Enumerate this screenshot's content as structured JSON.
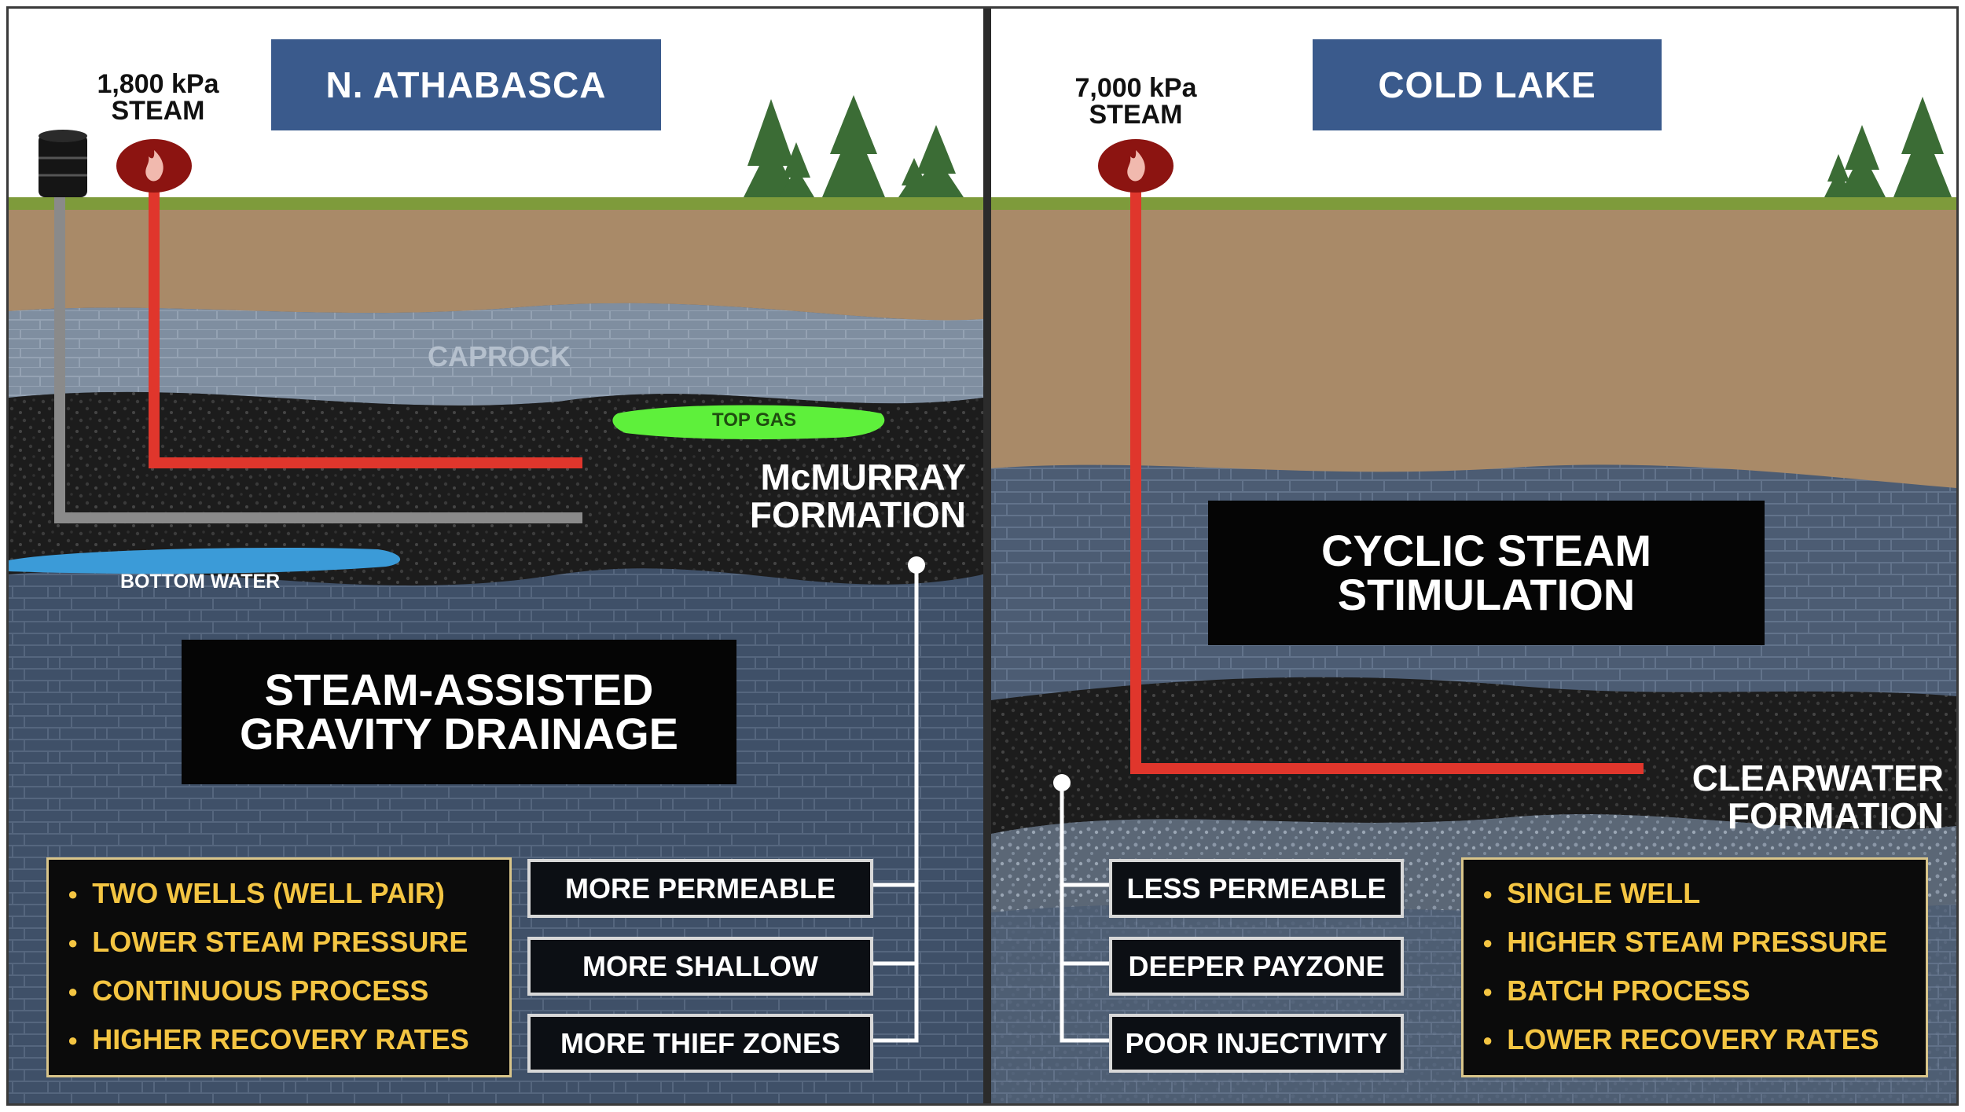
{
  "colors": {
    "title_blue": "#3a5a8c",
    "grass": "#7e9b3b",
    "soil": "#a98a68",
    "caprock": "#7f8ea0",
    "bitumen_sand": "#1c1c1c",
    "deep_rock": "#3f5068",
    "steam_pipe": "#e0362c",
    "producer_pipe": "#8a8a8a",
    "gas": "#5ef03b",
    "water": "#3b9bd8",
    "feature_text": "#f4c542"
  },
  "left": {
    "region": "N. ATHABASCA",
    "pressure_value": "1,800 kPa",
    "pressure_label": "STEAM",
    "caprock_label": "CAPROCK",
    "gas_label": "TOP GAS",
    "formation_line1": "McMURRAY",
    "formation_line2": "FORMATION",
    "water_label": "BOTTOM WATER",
    "method_line1": "STEAM-ASSISTED",
    "method_line2": "GRAVITY DRAINAGE",
    "features": [
      "TWO WELLS (WELL PAIR)",
      "LOWER STEAM PRESSURE",
      "CONTINUOUS PROCESS",
      "HIGHER RECOVERY RATES"
    ],
    "properties": [
      "MORE PERMEABLE",
      "MORE SHALLOW",
      "MORE THIEF ZONES"
    ],
    "icons": [
      "storage-tank-icon",
      "flame-icon",
      "pine-tree-icon"
    ]
  },
  "right": {
    "region": "COLD LAKE",
    "pressure_value": "7,000 kPa",
    "pressure_label": "STEAM",
    "formation_line1": "CLEARWATER",
    "formation_line2": "FORMATION",
    "method_line1": "CYCLIC STEAM",
    "method_line2": "STIMULATION",
    "properties": [
      "LESS PERMEABLE",
      "DEEPER PAYZONE",
      "POOR INJECTIVITY"
    ],
    "features": [
      "SINGLE WELL",
      "HIGHER STEAM PRESSURE",
      "BATCH PROCESS",
      "LOWER RECOVERY RATES"
    ],
    "icons": [
      "flame-icon",
      "pine-tree-icon"
    ]
  }
}
